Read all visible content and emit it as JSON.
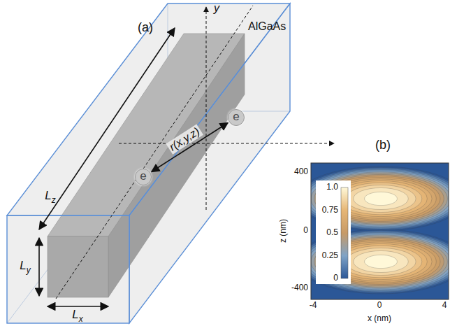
{
  "diagram": {
    "nodes": [
      {
        "text": [
          "e"
        ]
      },
      {
        "text": [
          "e"
        ]
      }
    ],
    "edges": [
      {
        "from": 0,
        "to": 1,
        "arrow": "both",
        "label": "r(x,y,z)"
      }
    ],
    "labels": [
      "(a)",
      "y",
      "AlGaAs",
      "Lz",
      "Ly",
      "Lx",
      "(b)",
      "1.0",
      "0.75",
      "0.5",
      "0.25",
      "0",
      "z (nm)",
      "400",
      "0",
      "-400",
      "-4",
      "0",
      "4",
      "x (nm)"
    ]
  }
}
